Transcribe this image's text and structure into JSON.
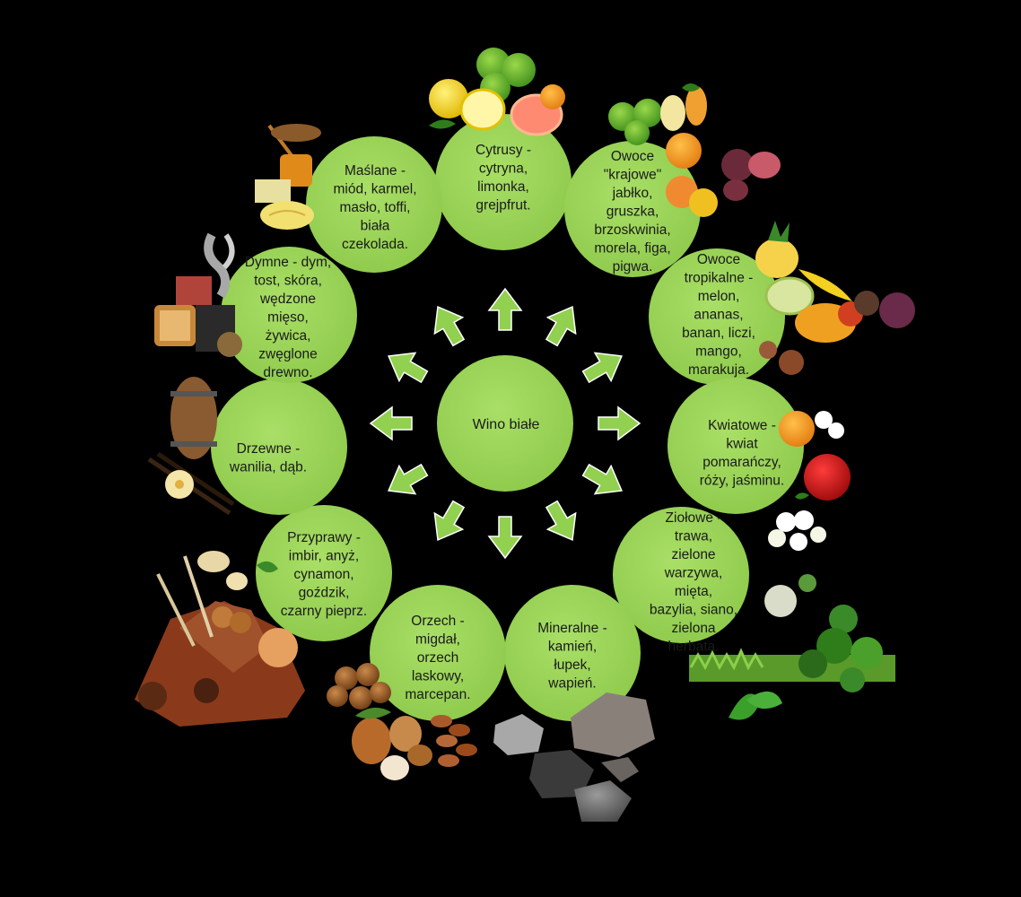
{
  "center": {
    "label": "Wino białe"
  },
  "colors": {
    "background": "#000000",
    "circle_fill": "#92d050",
    "circle_gradient_light": "#a6dc62",
    "circle_stroke": "#7fbf3a",
    "arrow_fill": "#92d050",
    "arrow_stroke": "#ffffff",
    "text": "#1a1a1a"
  },
  "categories": [
    {
      "id": "citrus",
      "lines": [
        "Cytrusy -",
        "cytryna,",
        "limonka,",
        "grejpfrut."
      ],
      "icon": "citrus-fruits-icon"
    },
    {
      "id": "domestic-fruit",
      "lines": [
        "Owoce",
        "\"krajowe\"",
        "jabłko,",
        "gruszka,",
        "brzoskwinia,",
        "morela, figa,",
        "pigwa."
      ],
      "icon": "apple-pear-fig-icon"
    },
    {
      "id": "tropical",
      "lines": [
        "Owoce",
        "tropikalne -",
        "melon,",
        "ananas,",
        "banan, liczi,",
        "mango,",
        "marakuja."
      ],
      "icon": "tropical-fruits-icon"
    },
    {
      "id": "floral",
      "lines": [
        "Kwiatowe -",
        "kwiat",
        "pomarańczy,",
        "róży, jaśminu."
      ],
      "icon": "rose-jasmine-icon"
    },
    {
      "id": "herbal",
      "lines": [
        "Ziołowe -",
        "trawa,",
        "zielone",
        "warzywa,",
        "mięta,",
        "bazylia, siano,",
        "zielona",
        "herbata."
      ],
      "icon": "herbs-vegetables-icon"
    },
    {
      "id": "mineral",
      "lines": [
        "Mineralne -",
        "kamień,",
        "łupek,",
        "wapień."
      ],
      "icon": "stones-icon"
    },
    {
      "id": "nut",
      "lines": [
        "Orzech -",
        "migdał,",
        "orzech",
        "laskowy,",
        "marcepan."
      ],
      "icon": "nuts-icon"
    },
    {
      "id": "spice",
      "lines": [
        "Przyprawy -",
        "imbir, anyż,",
        "cynamon,",
        "goździk,",
        "czarny pieprz."
      ],
      "icon": "spices-icon"
    },
    {
      "id": "woody",
      "lines": [
        "Drzewne -",
        "wanilia, dąb."
      ],
      "icon": "barrel-vanilla-icon"
    },
    {
      "id": "smoky",
      "lines": [
        "Dymne - dym,",
        "tost, skóra,",
        "wędzone",
        "mięso,",
        "żywica,",
        "zwęglone",
        "drewno."
      ],
      "icon": "smoke-toast-icon"
    },
    {
      "id": "buttery",
      "lines": [
        "Maślane -",
        "miód, karmel,",
        "masło, toffi,",
        "biała",
        "czekolada."
      ],
      "icon": "honey-butter-icon"
    }
  ]
}
